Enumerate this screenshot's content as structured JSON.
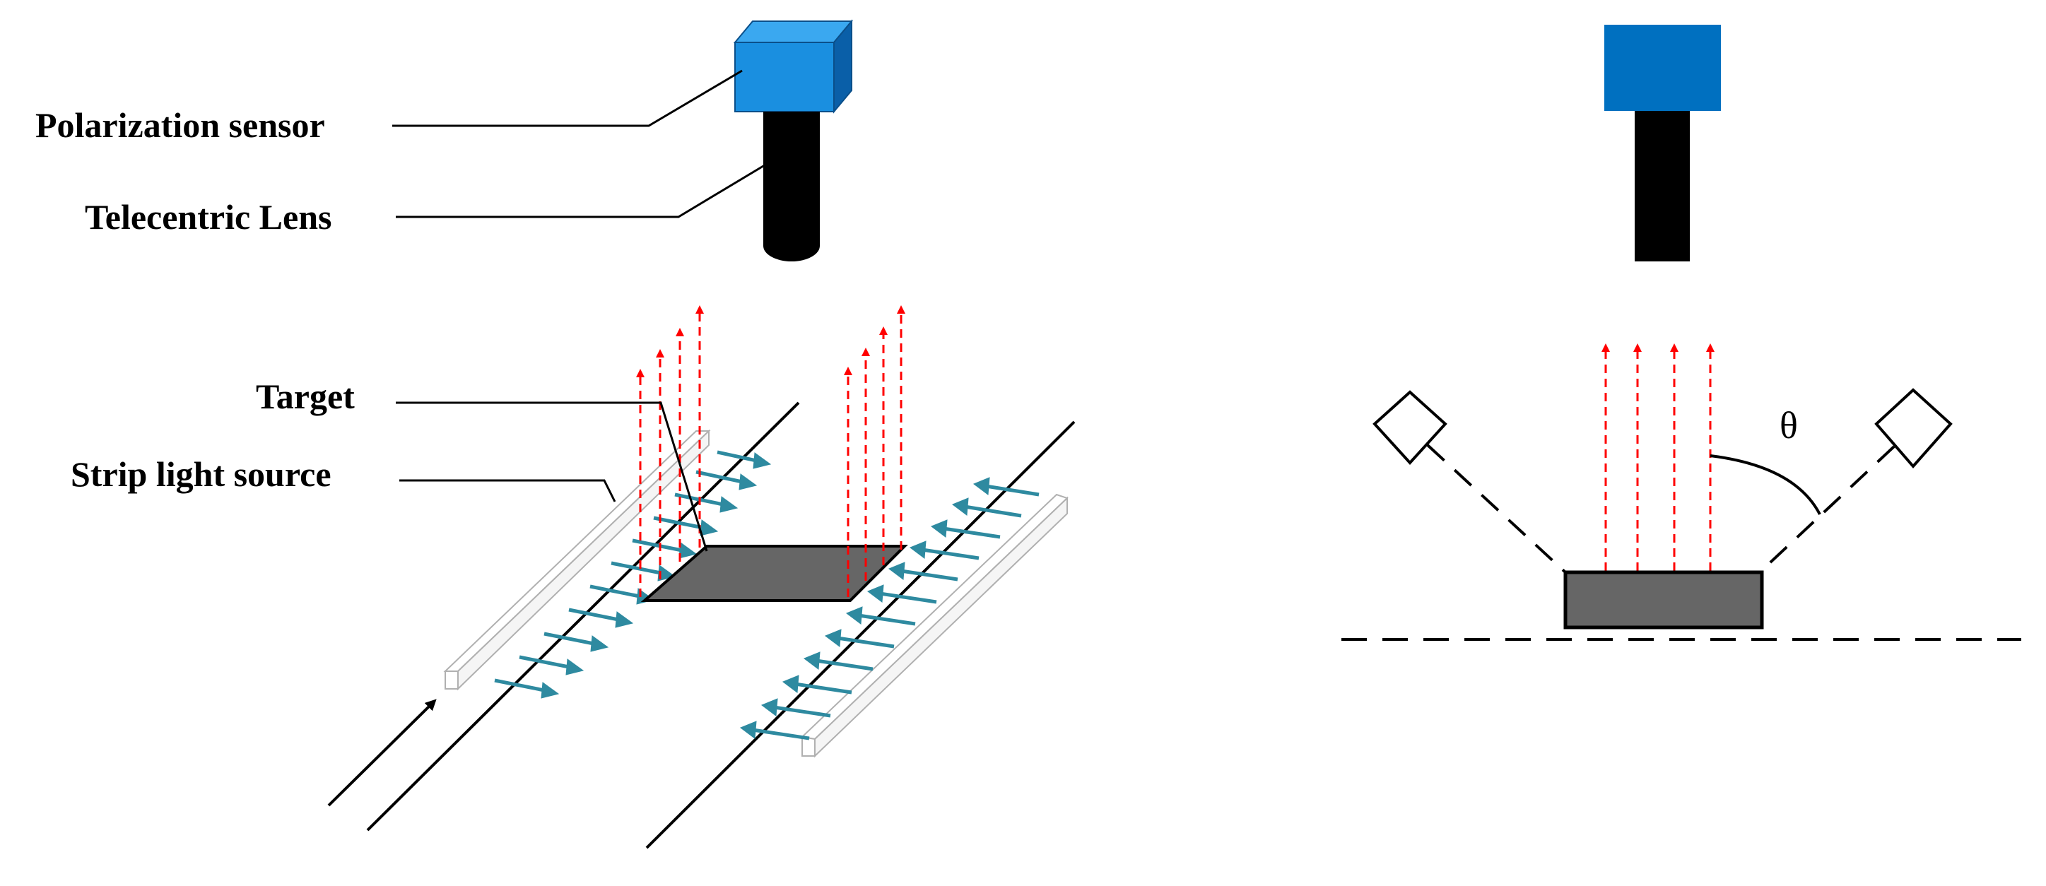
{
  "labels": {
    "polarization_sensor": "Polarization sensor",
    "telecentric_lens": "Telecentric Lens",
    "target": "Target",
    "strip_light_source": "Strip light source",
    "angle_symbol": "θ"
  },
  "colors": {
    "sensor_front": "#1a8fe0",
    "sensor_top": "#3aa8f0",
    "sensor_side": "#0a5fa8",
    "sensor_right": "#0070c0",
    "lens": "#000000",
    "reflected_light": "#ff0000",
    "polarization_arrows": "#2e8aa0",
    "target_fill": "#666666",
    "strip_light": "#ffffff"
  }
}
